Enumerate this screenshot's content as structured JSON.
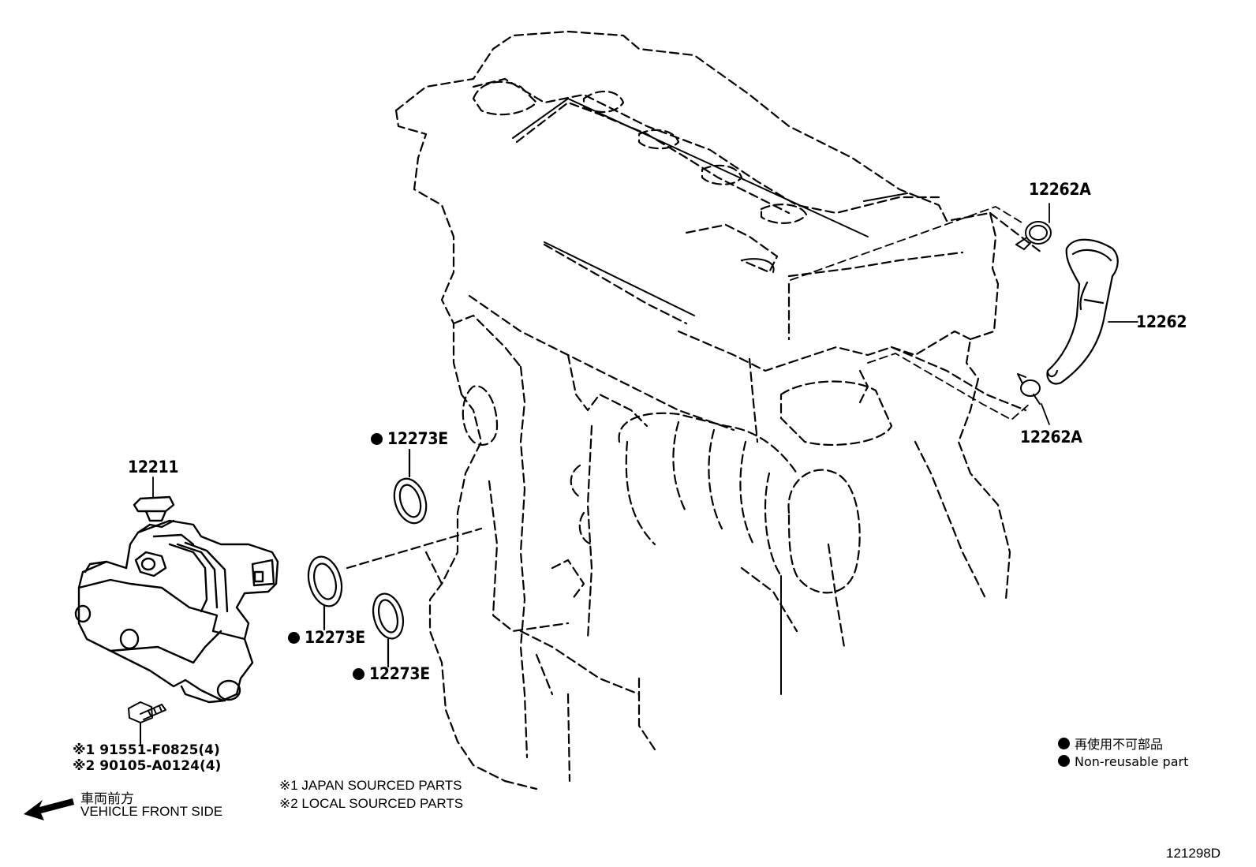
{
  "labels": {
    "throttle_body": "12211",
    "hose": "12262",
    "clip_top": "12262A",
    "clip_bottom": "12262A",
    "gasket_top": "12273E",
    "gasket_mid": "12273E",
    "gasket_bottom": "12273E"
  },
  "bolts": {
    "line1": "※1 91551-F0825(4)",
    "line2": "※2 90105-A0124(4)"
  },
  "direction": {
    "jp": "車両前方",
    "en": "VEHICLE FRONT SIDE"
  },
  "source_notes": {
    "japan": "※1 JAPAN SOURCED PARTS",
    "local": "※2 LOCAL SOURCED PARTS"
  },
  "legend": {
    "jp": "再使用不可部品",
    "en": "Non-reusable part"
  },
  "diagram_id": "121298D"
}
